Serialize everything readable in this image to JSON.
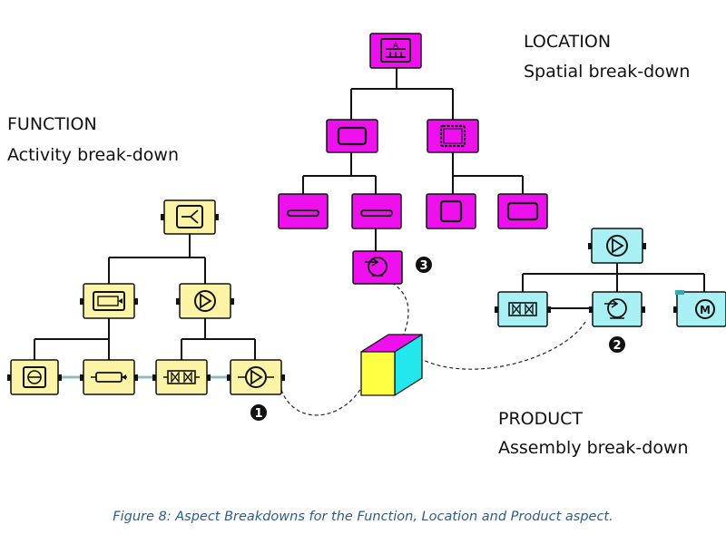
{
  "labels": {
    "location_title": "LOCATION",
    "location_sub": "Spatial break-down",
    "function_title": "FUNCTION",
    "function_sub": "Activity break-down",
    "product_title": "PRODUCT",
    "product_sub": "Assembly break-down"
  },
  "markers": {
    "m1": "1",
    "m2": "2",
    "m3": "3"
  },
  "caption": "Figure 8: Aspect Breakdowns for the Function, Location and Product aspect.",
  "colors": {
    "location": "#ee11ee",
    "function": "#fbf3a6",
    "product": "#a8f0f4",
    "cube_front": "#ffff44",
    "cube_top": "#ee11ee",
    "cube_side": "#22e8ee"
  },
  "trees": {
    "location": {
      "root": "site-icon",
      "level1": [
        "building-icon",
        "building-hatched-icon"
      ],
      "level2": [
        "floor-icon",
        "floor-icon",
        "room-icon",
        "room-icon"
      ],
      "level3": [
        "pump-location-icon"
      ]
    },
    "function": {
      "root": "split-function-icon",
      "level1": [
        "process-function-icon",
        "pump-function-icon"
      ],
      "level2": [
        "screen-icon",
        "heater-icon",
        "valve-icon",
        "pump-icon"
      ]
    },
    "product": {
      "root": "pump-product-icon",
      "level1": [
        "valve-product-icon",
        "pump-unit-icon",
        "motor-icon"
      ]
    }
  }
}
